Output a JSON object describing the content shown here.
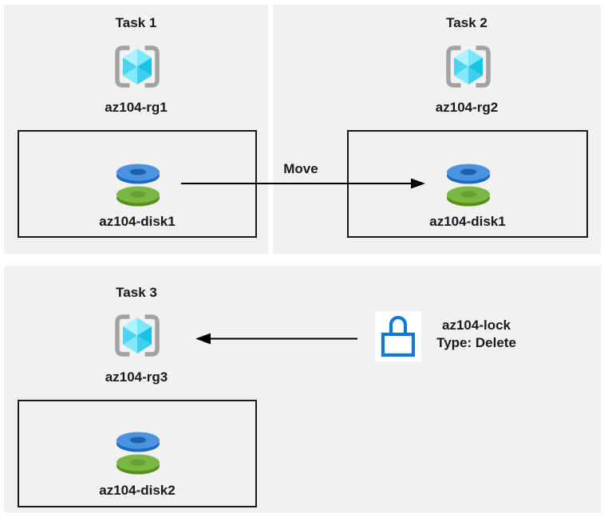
{
  "tasks": [
    {
      "title": "Task 1",
      "resource_group": "az104-rg1",
      "disk": "az104-disk1"
    },
    {
      "title": "Task 2",
      "resource_group": "az104-rg2",
      "disk": "az104-disk1"
    },
    {
      "title": "Task 3",
      "resource_group": "az104-rg3",
      "disk": "az104-disk2"
    }
  ],
  "move_arrow": {
    "label": "Move"
  },
  "lock": {
    "name": "az104-lock",
    "type": "Type: Delete"
  },
  "icons": {
    "resource_group": "resource-group-icon",
    "disk": "disk-icon",
    "lock": "lock-icon"
  },
  "colors": {
    "panel_bg": "#f1f1f1",
    "box_border": "#1a1a1a",
    "text": "#1a1a1a",
    "arrow": "#000000",
    "bracket_gray": "#a3a3a3",
    "cube_cyan_light": "#adf2ff",
    "cube_cyan_mid": "#47d5f1",
    "cube_cyan_dark": "#1cc0e4",
    "disk_blue_top": "#4b92e0",
    "disk_blue_rim": "#1d6cc0",
    "disk_green_top": "#79b843",
    "disk_green_rim": "#578f17",
    "lock_blue": "#1178d4",
    "lock_bg": "#ffffff"
  }
}
